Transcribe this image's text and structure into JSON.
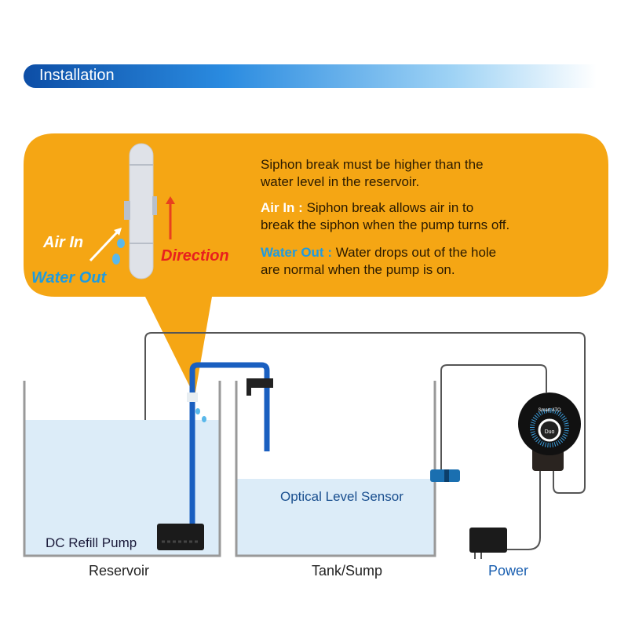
{
  "header": {
    "title": "Installation"
  },
  "callout": {
    "line1": "Siphon break must be higher than the",
    "line2": "water level in the reservoir.",
    "air_in_label": "Air In :",
    "air_in_text1": " Siphon break allows air in to",
    "air_in_text2": "break the  siphon when the pump turns off.",
    "water_out_label": "Water Out :",
    "water_out_text1": " Water drops out of the hole",
    "water_out_text2": "are normal when the pump is on.",
    "diagram_air_in": "Air In",
    "diagram_water_out": "Water Out",
    "diagram_direction": "Direction"
  },
  "labels": {
    "pump": "DC Refill Pump",
    "reservoir": "Reservoir",
    "tank": "Tank/Sump",
    "sensor": "Optical Level Sensor",
    "power": "Power"
  },
  "controller": {
    "brand": "Smart ATO",
    "badge": "Duo"
  },
  "colors": {
    "orange": "#f5a614",
    "blue": "#1a5fb0",
    "water": "#dcecf8",
    "red": "#e8201e",
    "cyan": "#1e9be0"
  }
}
